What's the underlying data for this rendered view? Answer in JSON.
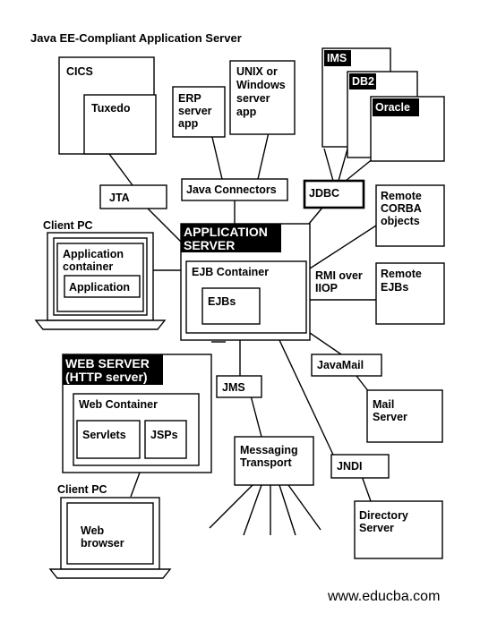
{
  "title": "Java EE-Compliant Application Server",
  "watermark": "www.educba.com",
  "nodes": {
    "cics": "CICS",
    "tuxedo": "Tuxedo",
    "erp": [
      "ERP",
      "server",
      "app"
    ],
    "unix": [
      "UNIX or",
      "Windows",
      "server",
      "app"
    ],
    "ims": "IMS",
    "db2": "DB2",
    "oracle": "Oracle",
    "jta": "JTA",
    "java_connectors": "Java Connectors",
    "jdbc": "JDBC",
    "remote_corba": [
      "Remote",
      "CORBA",
      "objects"
    ],
    "client_pc_top": "Client PC",
    "application_container": [
      "Application",
      "container"
    ],
    "application": "Application",
    "application_server": [
      "APPLICATION",
      "SERVER"
    ],
    "ejb_container": "EJB Container",
    "ejbs": "EJBs",
    "rmi_over_iiop": [
      "RMI over",
      "IIOP"
    ],
    "remote_ejbs": [
      "Remote",
      "EJBs"
    ],
    "javamail": "JavaMail",
    "mail_server": [
      "Mail",
      "Server"
    ],
    "web_server": [
      "WEB SERVER",
      "(HTTP server)"
    ],
    "web_container": "Web Container",
    "servlets": "Servlets",
    "jsps": "JSPs",
    "jms": "JMS",
    "messaging_transport": [
      "Messaging",
      "Transport"
    ],
    "jndi": "JNDI",
    "directory_server": [
      "Directory",
      "Server"
    ],
    "client_pc_bottom": "Client PC",
    "web_browser": [
      "Web",
      "browser"
    ]
  }
}
